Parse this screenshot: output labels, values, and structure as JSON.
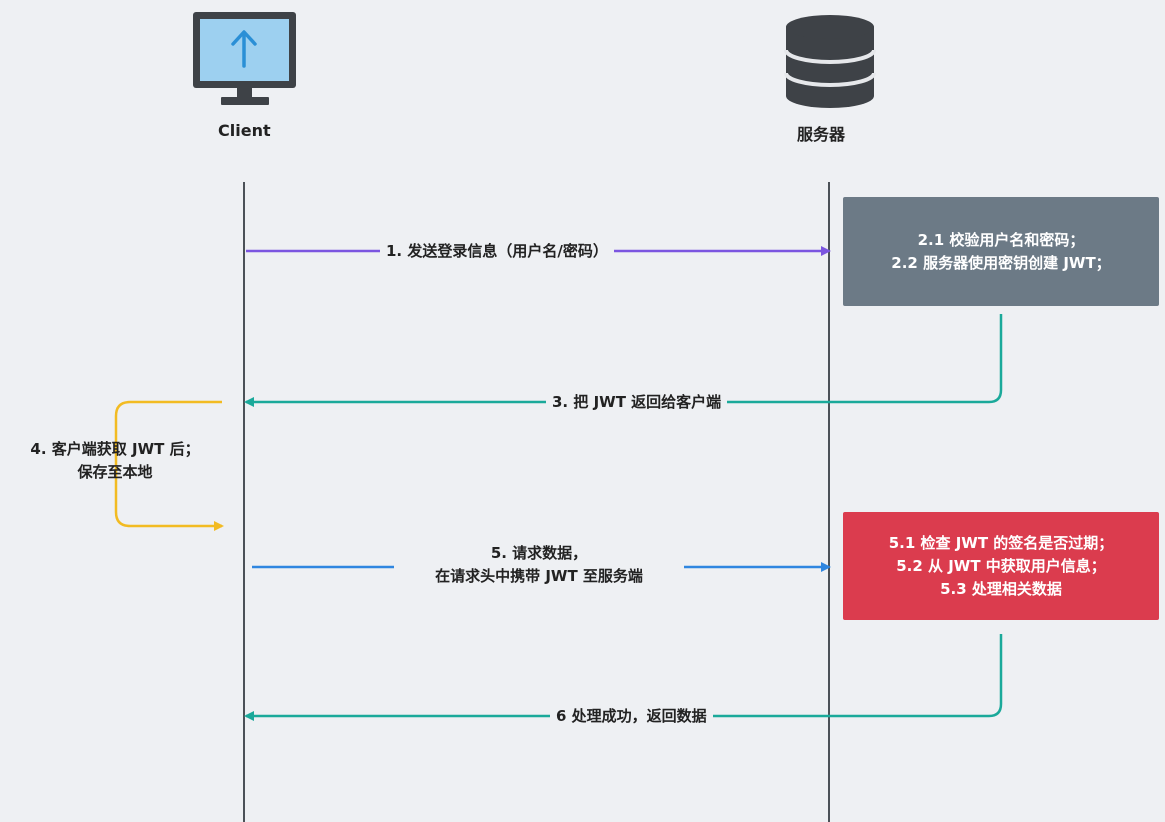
{
  "actors": {
    "client": "Client",
    "server": "服务器"
  },
  "boxes": {
    "verify": [
      "2.1 校验用户名和密码；",
      "2.2 服务器使用密钥创建 JWT；"
    ],
    "check": [
      "5.1 检查 JWT 的签名是否过期；",
      "5.2 从 JWT 中获取用户信息；",
      "5.3 处理相关数据"
    ]
  },
  "messages": {
    "m1": "1. 发送登录信息（用户名/密码）",
    "m3": "3. 把 JWT 返回给客户端",
    "m4": [
      "4. 客户端获取 JWT 后；",
      "保存至本地"
    ],
    "m5": [
      "5. 请求数据，",
      "在请求头中携带 JWT 至服务端"
    ],
    "m6": "6 处理成功，返回数据"
  },
  "colors": {
    "purple": "#7b55e0",
    "teal": "#1aa99a",
    "yellow": "#f2bb22",
    "blue": "#2f86e0",
    "gray_box": "#6c7a86",
    "red_box": "#db3c4e",
    "lifeline": "#4b5157"
  }
}
